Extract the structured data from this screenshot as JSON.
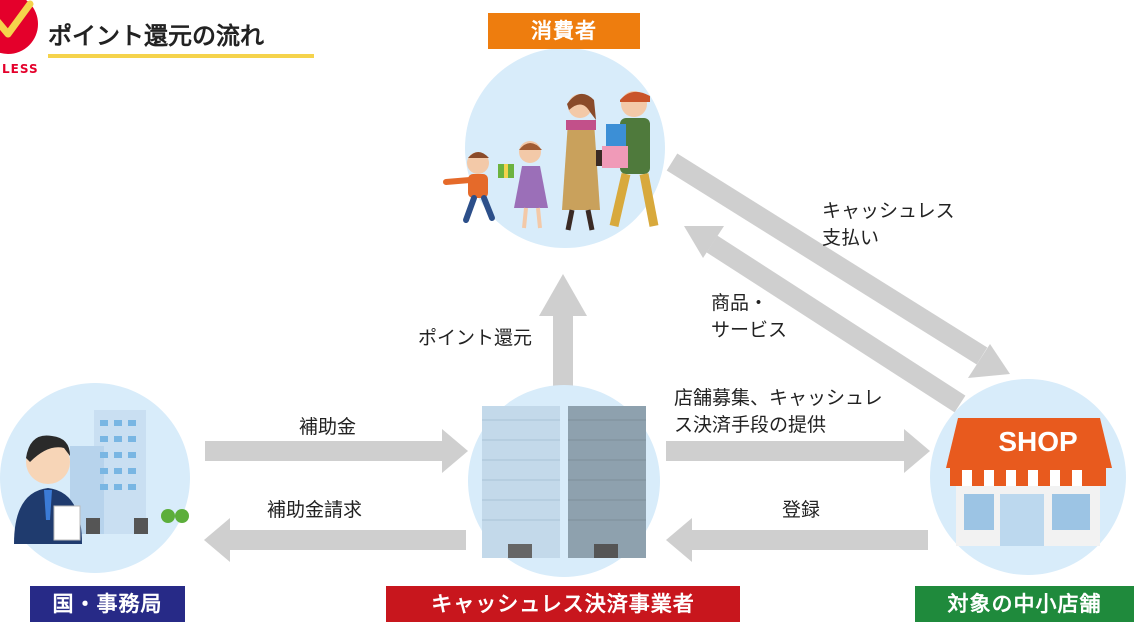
{
  "header": {
    "title": "ポイント還元の流れ",
    "logo_text": "LESS"
  },
  "nodes": {
    "consumer": {
      "label": "消費者",
      "color": "#ee7d0e"
    },
    "government": {
      "label": "国・事務局",
      "color": "#272a87"
    },
    "payment_provider": {
      "label": "キャッシュレス決済事業者",
      "color": "#c8161d"
    },
    "shop": {
      "label": "対象の中小店舗",
      "color": "#1f8a3c",
      "sign": "SHOP"
    }
  },
  "flows": {
    "cashless_payment": {
      "lines": [
        "キャッシュレス",
        "支払い"
      ]
    },
    "goods_services": {
      "lines": [
        "商品・",
        "サービス"
      ]
    },
    "point_return": {
      "label": "ポイント還元"
    },
    "recruitment": {
      "lines": [
        "店舗募集、キャッシュレ",
        "ス決済手段の提供"
      ]
    },
    "subsidy": {
      "label": "補助金"
    },
    "subsidy_request": {
      "label": "補助金請求"
    },
    "registration": {
      "label": "登録"
    }
  },
  "colors": {
    "arrow": "#cfcfcf",
    "circle": "#d8ecfa",
    "accent": "#f5d34c"
  }
}
